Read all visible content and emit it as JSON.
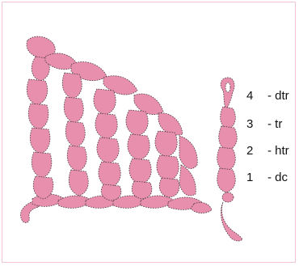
{
  "colors": {
    "yarn_fill": "#e88fad",
    "yarn_outline": "#4a3a40",
    "frame_border": "#f2c4d8",
    "text": "#111111"
  },
  "diagram": {
    "stitches_shown": [
      "dc",
      "htr",
      "tr",
      "dtr"
    ]
  },
  "legend": [
    {
      "number": "4",
      "label": "- dtr"
    },
    {
      "number": "3",
      "label": "- tr"
    },
    {
      "number": "2",
      "label": "- htr"
    },
    {
      "number": "1",
      "label": "- dc"
    }
  ]
}
